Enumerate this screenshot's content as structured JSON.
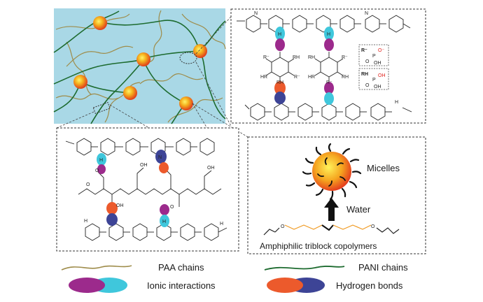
{
  "colors": {
    "network_bg": "#a9d8e6",
    "paa_chain": "#9e8c4a",
    "pani_chain": "#1d6b2f",
    "ionic_purple": "#9c2a8c",
    "ionic_cyan": "#3fc7dc",
    "hbond_orange": "#ec5a2c",
    "hbond_navy": "#3d4496",
    "micelle_core": "#f2b126",
    "polymer_orange": "#f09a22"
  },
  "micelle_panel": {
    "micelles_label": "Micelles",
    "water_label": "Water",
    "copolymer_label": "Amphiphilic triblock copolymers"
  },
  "legend": {
    "paa_label": "PAA chains",
    "pani_label": "PANI chains",
    "ionic_label": "Ionic interactions",
    "hbond_label": "Hydrogen bonds"
  },
  "chem_labels": {
    "h": "H",
    "n": "N",
    "plus": "+",
    "minus": "−",
    "o": "O",
    "oh": "OH",
    "o_minus": "O⁻",
    "r_minus": "R⁻",
    "rh": "RH",
    "hr": "HR",
    "p": "P",
    "r_def": "R⁻",
    "rh_def": "RH"
  }
}
